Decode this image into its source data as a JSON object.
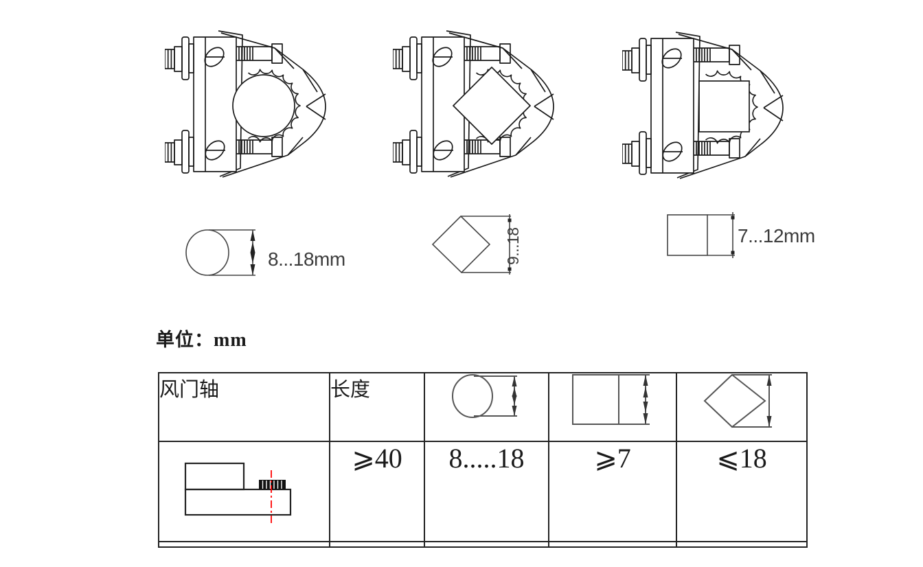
{
  "unit_note": {
    "label_cn": "单位：",
    "value": "mm"
  },
  "figures": {
    "clamps": [
      {
        "name": "clamp-round-shaft",
        "shaft": "circle"
      },
      {
        "name": "clamp-diamond-shaft",
        "shaft": "diamond"
      },
      {
        "name": "clamp-square-shaft",
        "shaft": "square"
      }
    ],
    "dimensions": {
      "circle_label": "8...18mm",
      "diamond_label": "9...18",
      "square_label": "7...12mm"
    }
  },
  "table": {
    "headers": {
      "shaft": "风门轴",
      "length": "长度",
      "icon3": "circle-dim-icon",
      "icon4": "square-dim-icon",
      "icon5": "diamond-dim-icon"
    },
    "row": {
      "part_icon": "shaft-profile-drawing",
      "length": "⩾40",
      "circle": "8.....18",
      "square": "⩾7",
      "diamond": "⩽18"
    }
  },
  "colors": {
    "drawing_line": "#1a1a1a",
    "dim_line": "#444444",
    "dim_text": "#3c3c3c",
    "table_border": "#222222",
    "centerline_red": "#ff0000"
  }
}
